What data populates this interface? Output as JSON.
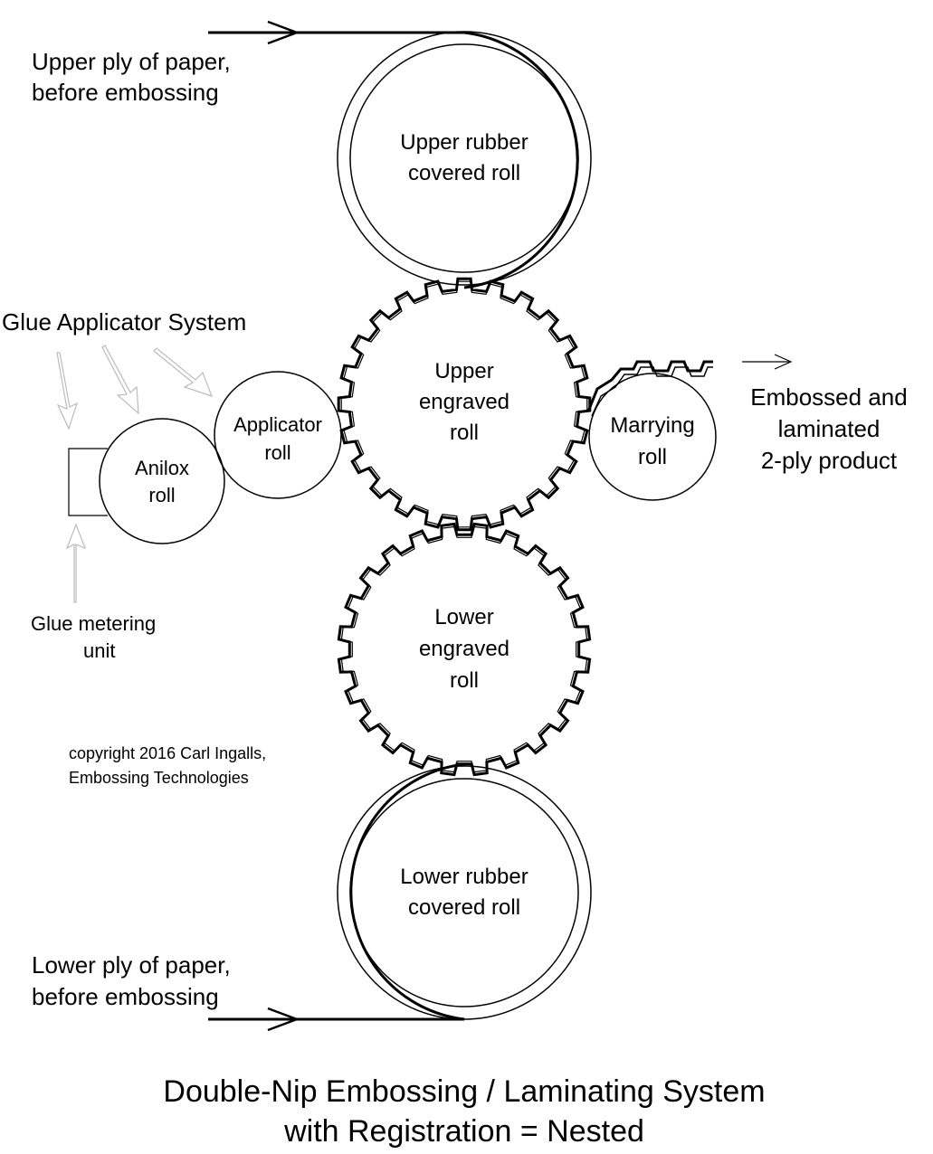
{
  "title": {
    "line1": "Double-Nip Embossing / Laminating System",
    "line2": "with Registration = Nested"
  },
  "labels": {
    "upper_ply": [
      "Upper ply of paper,",
      "before embossing"
    ],
    "lower_ply": [
      "Lower ply of paper,",
      "before embossing"
    ],
    "glue_system": "Glue Applicator System",
    "glue_metering": [
      "Glue metering",
      "unit"
    ],
    "product": [
      "Embossed and",
      "laminated",
      "2-ply product"
    ],
    "copyright": [
      "copyright 2016 Carl Ingalls,",
      "Embossing Technologies"
    ]
  },
  "rolls": {
    "upper_rubber": [
      "Upper rubber",
      "covered roll"
    ],
    "upper_engraved": [
      "Upper",
      "engraved",
      "roll"
    ],
    "lower_engraved": [
      "Lower",
      "engraved",
      "roll"
    ],
    "lower_rubber": [
      "Lower rubber",
      "covered roll"
    ],
    "applicator": [
      "Applicator",
      "roll"
    ],
    "anilox": [
      "Anilox",
      "roll"
    ],
    "marrying": [
      "Marrying",
      "roll"
    ]
  },
  "colors": {
    "line": "#000000",
    "faint_arrow": "#bbbbbb",
    "background": "#ffffff"
  }
}
